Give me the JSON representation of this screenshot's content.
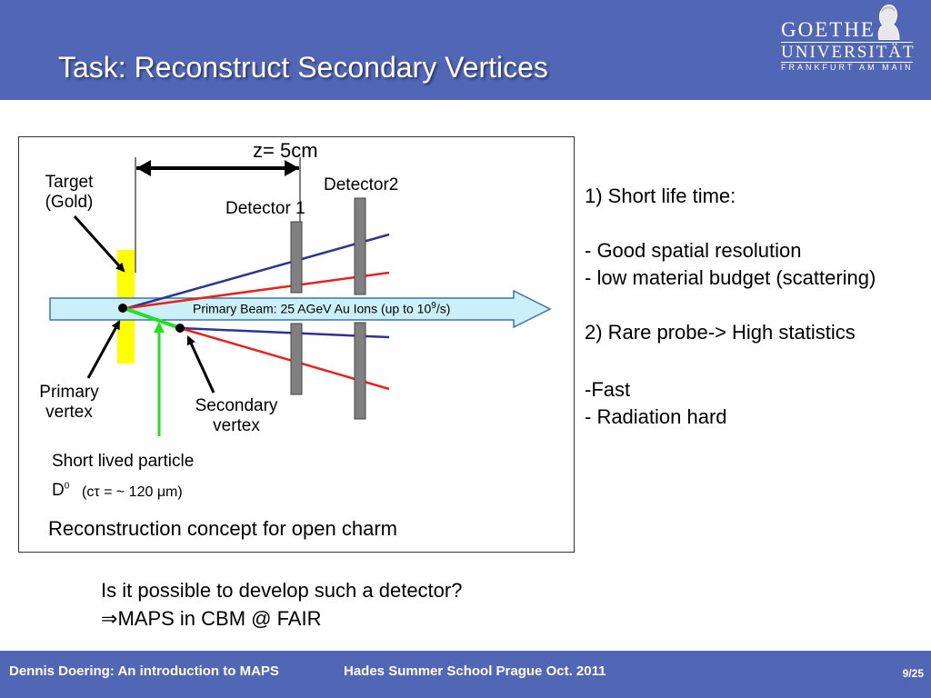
{
  "slide": {
    "title": "Task: Reconstruct Secondary Vertices",
    "logo": {
      "line1": "GOETHE",
      "line2": "UNIVERSITÄT",
      "line3": "FRANKFURT AM MAIN"
    }
  },
  "diagram": {
    "distance_label": "z= 5cm",
    "target_label_1": "Target",
    "target_label_2": "(Gold)",
    "detector1_label": "Detector 1",
    "detector2_label": "Detector2",
    "beam_label_pre": "Primary Beam: 25 AGeV Au Ions (up to 10",
    "beam_label_sup": "9",
    "beam_label_post": "/s)",
    "primary_vertex_1": "Primary",
    "primary_vertex_2": "vertex",
    "secondary_vertex_1": "Secondary",
    "secondary_vertex_2": "vertex",
    "particle_label": "Short lived particle",
    "particle_name": "D",
    "particle_sup": "0",
    "particle_ctau": "(cτ = ~ 120 μm)",
    "caption": "Reconstruction concept for open charm",
    "colors": {
      "target": "#ffff00",
      "beam": "#ccf0fa",
      "detector": "#808080",
      "track_blue": "#2b3592",
      "track_red": "#e8231e",
      "track_green": "#22e022"
    }
  },
  "notes": {
    "line1": "1) Short life time:",
    "line2": "- Good spatial resolution",
    "line3": "- low material budget (scattering)",
    "line4": "2) Rare probe-> High statistics",
    "line5": "-Fast",
    "line6": "- Radiation hard"
  },
  "question": {
    "line1": "Is it possible to develop such a detector?",
    "arrow": "⇒",
    "line2": "MAPS in CBM @ FAIR"
  },
  "footer": {
    "author": "Dennis Doering:  An introduction to MAPS",
    "event": "Hades Summer School Prague Oct. 2011",
    "page": "9/25"
  }
}
